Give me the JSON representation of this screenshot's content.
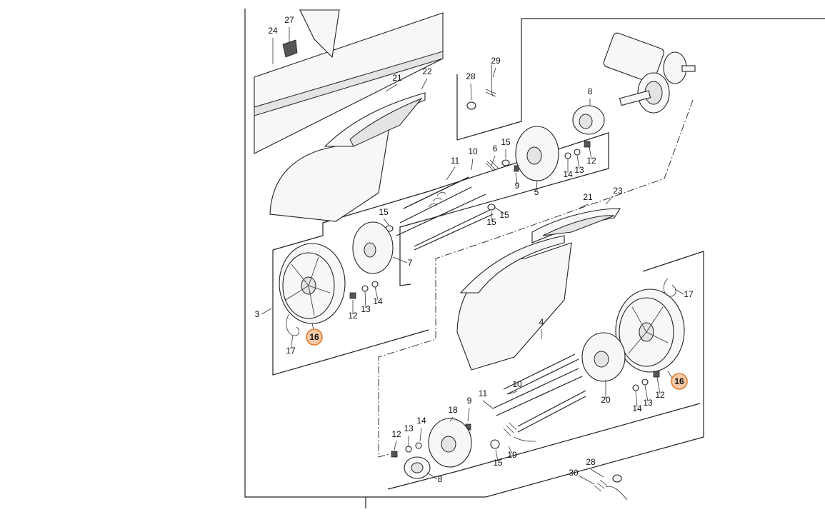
{
  "diagram": {
    "highlight_fill": "#f7c9a6",
    "highlight_stroke": "#e07a2c",
    "callouts": [
      "24",
      "27",
      "22",
      "21",
      "28",
      "29",
      "8",
      "11",
      "10",
      "6",
      "15",
      "9",
      "5",
      "14",
      "13",
      "12",
      "15",
      "15",
      "15",
      "7",
      "21",
      "23",
      "3",
      "12",
      "13",
      "14",
      "17",
      "16",
      "17",
      "4",
      "10",
      "11",
      "9",
      "18",
      "14",
      "13",
      "12",
      "20",
      "14",
      "13",
      "12",
      "16",
      "19",
      "15",
      "8",
      "28",
      "30"
    ],
    "highlighted_callouts": [
      "16"
    ]
  }
}
